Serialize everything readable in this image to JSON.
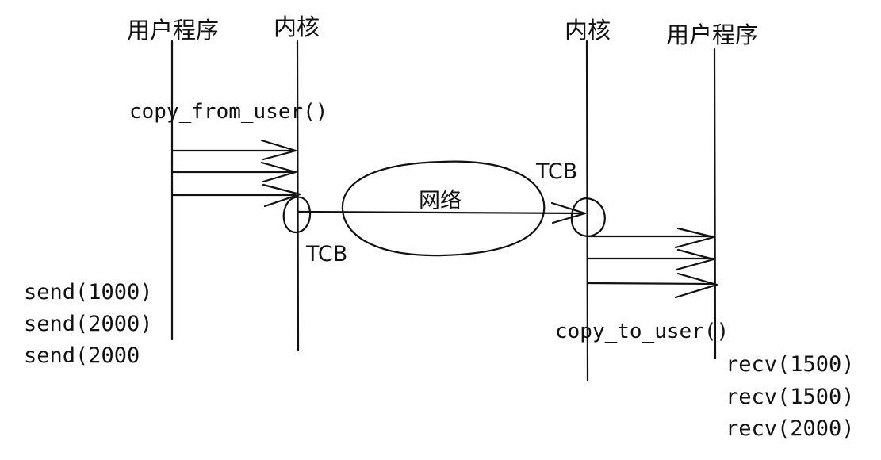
{
  "labels": {
    "left_user": "用户程序",
    "left_kernel": "内核",
    "right_kernel": "内核",
    "right_user": "用户程序",
    "copy_from_user": "copy_from_user()",
    "copy_to_user": "copy_to_user()",
    "tcb_left": "TCB",
    "tcb_right": "TCB",
    "network": "网络"
  },
  "send_calls": [
    "send(1000)",
    "send(2000)",
    "send(2000"
  ],
  "recv_calls": [
    "recv(1500)",
    "recv(1500)",
    "recv(2000)"
  ]
}
